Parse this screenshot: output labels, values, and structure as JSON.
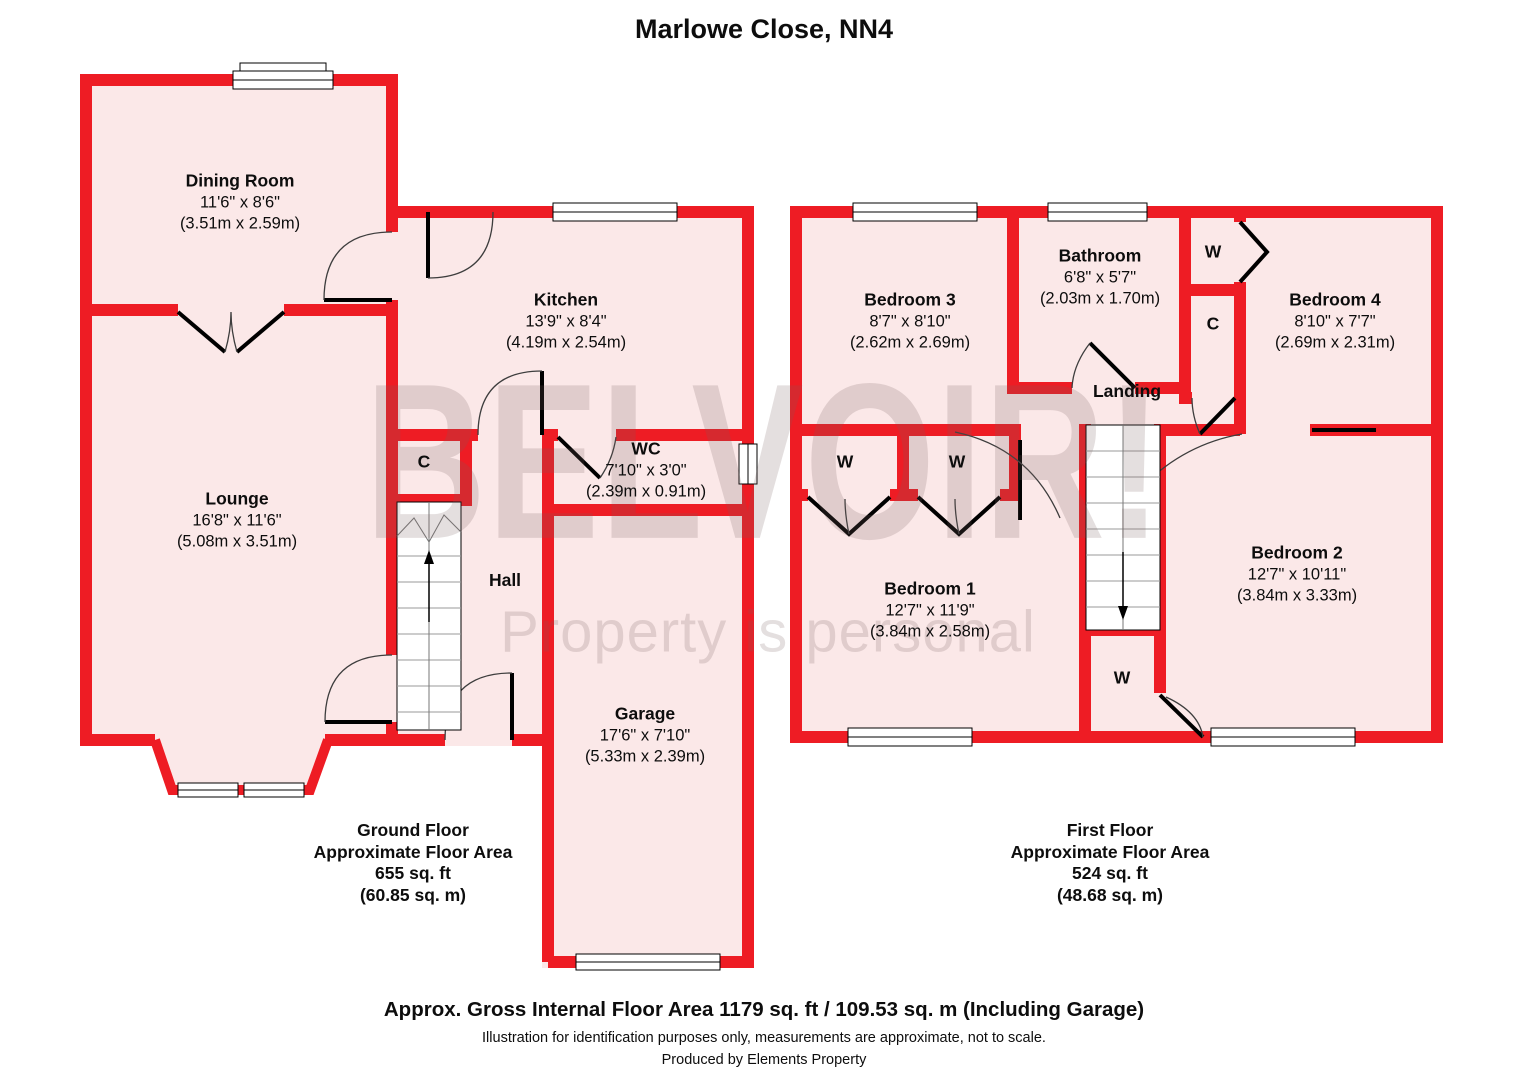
{
  "title": "Marlowe Close, NN4",
  "watermark": {
    "brand": "BELVOIR!",
    "tagline": "Property is personal"
  },
  "labels": {
    "closet": "C",
    "wardrobe": "W"
  },
  "colors": {
    "wall": "#ee1c24",
    "room_fill": "#fbe8e8"
  },
  "ground_floor": {
    "rooms": {
      "dining": {
        "name": "Dining Room",
        "size_ft": "11'6\" x 8'6\"",
        "size_m": "(3.51m x 2.59m)"
      },
      "kitchen": {
        "name": "Kitchen",
        "size_ft": "13'9\" x 8'4\"",
        "size_m": "(4.19m x 2.54m)"
      },
      "lounge": {
        "name": "Lounge",
        "size_ft": "16'8\" x 11'6\"",
        "size_m": "(5.08m x 3.51m)"
      },
      "wc": {
        "name": "WC",
        "size_ft": "7'10\" x 3'0\"",
        "size_m": "(2.39m x 0.91m)"
      },
      "hall": {
        "name": "Hall"
      },
      "garage": {
        "name": "Garage",
        "size_ft": "17'6\" x 7'10\"",
        "size_m": "(5.33m x 2.39m)"
      }
    },
    "summary": {
      "floor": "Ground Floor",
      "area_label": "Approximate Floor Area",
      "area_ft": "655 sq. ft",
      "area_m": "(60.85 sq. m)"
    }
  },
  "first_floor": {
    "rooms": {
      "bedroom1": {
        "name": "Bedroom 1",
        "size_ft": "12'7\" x 11'9\"",
        "size_m": "(3.84m x 2.58m)"
      },
      "bedroom2": {
        "name": "Bedroom 2",
        "size_ft": "12'7\" x 10'11\"",
        "size_m": "(3.84m x 3.33m)"
      },
      "bedroom3": {
        "name": "Bedroom 3",
        "size_ft": "8'7\" x 8'10\"",
        "size_m": "(2.62m x 2.69m)"
      },
      "bedroom4": {
        "name": "Bedroom 4",
        "size_ft": "8'10\" x 7'7\"",
        "size_m": "(2.69m x 2.31m)"
      },
      "bathroom": {
        "name": "Bathroom",
        "size_ft": "6'8\" x 5'7\"",
        "size_m": "(2.03m x 1.70m)"
      },
      "landing": {
        "name": "Landing"
      }
    },
    "summary": {
      "floor": "First Floor",
      "area_label": "Approximate Floor Area",
      "area_ft": "524 sq. ft",
      "area_m": "(48.68 sq. m)"
    }
  },
  "footer": {
    "gross_area": "Approx. Gross Internal Floor Area 1179 sq. ft / 109.53 sq. m (Including Garage)",
    "disclaimer": "Illustration for identification purposes only, measurements are approximate, not to scale.",
    "produced_by": "Produced by Elements Property"
  }
}
